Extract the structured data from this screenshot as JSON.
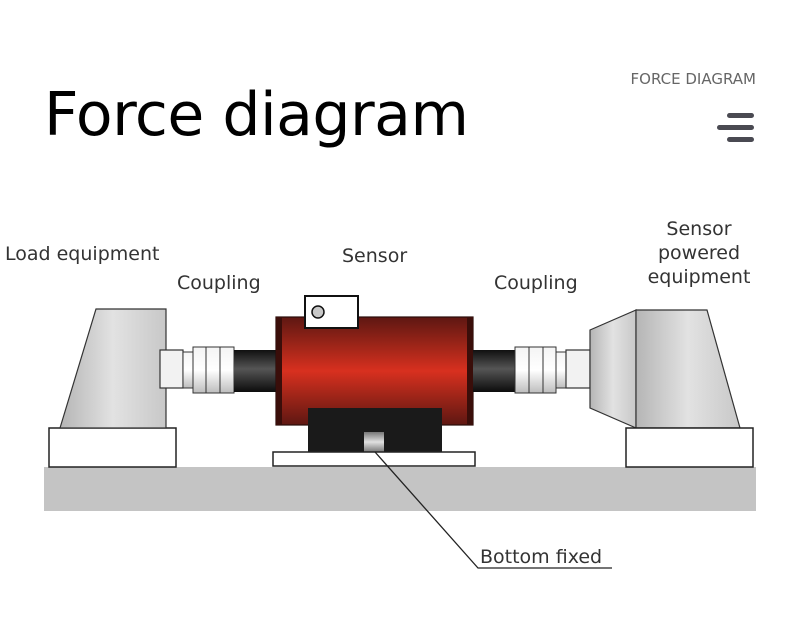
{
  "header": {
    "title": "Force diagram",
    "subtitle": "FORCE DIAGRAM",
    "menu_icon": "hamburger-menu-icon"
  },
  "diagram": {
    "labels": {
      "load_equipment": "Load equipment",
      "coupling_left": "Coupling",
      "sensor": "Sensor",
      "coupling_right": "Coupling",
      "sensor_powered_line1": "Sensor",
      "sensor_powered_line2": "powered",
      "sensor_powered_line3": "equipment",
      "bottom_fixed": "Bottom fixed"
    },
    "colors": {
      "sensor_body": "#c0281e",
      "sensor_body_dark": "#5e1712",
      "base_gray": "#c4c4c4",
      "machine_gray": "#d6d6d6",
      "shaft": "#1e1e1e"
    }
  }
}
